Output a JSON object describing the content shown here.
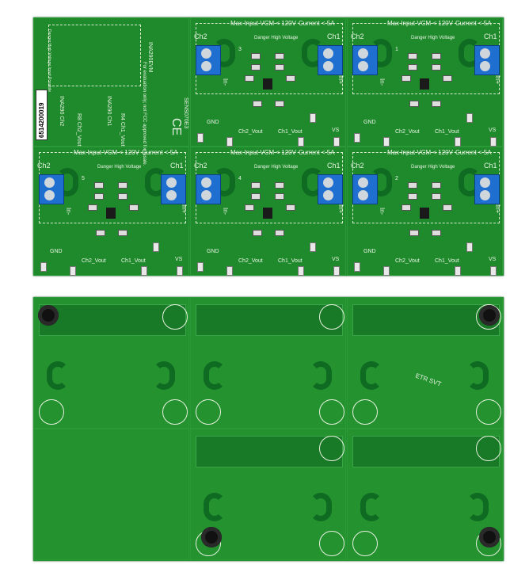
{
  "board_colors": {
    "pcb": "#1f8a2c",
    "terminal": "#1f6fd0",
    "feet": "#111111"
  },
  "top_board": {
    "schematic_cell": {
      "title": "INA290EVM",
      "notice": "For evaluation only; not FCC approved for resale.",
      "warning": "Danger High Voltage Input Possible",
      "amp_ch1": "INA290 Ch1",
      "amp_ch2": "INA290 Ch2",
      "out_ch1": "R4 Ch1_Vout",
      "out_ch2": "R8 Ch2_Vout",
      "part": "SENS070E3",
      "serial": "6514200019",
      "ce": "CE"
    },
    "modules": [
      {
        "n": "3"
      },
      {
        "n": "1"
      },
      {
        "n": "5"
      },
      {
        "n": "4"
      },
      {
        "n": "2"
      }
    ],
    "module_text": {
      "vcm": "Max Input VCM < 120V",
      "current": "Current < 5A",
      "danger": "Danger High Voltage",
      "ch1": "Ch1",
      "ch2": "Ch2",
      "inp": "In+",
      "inm": "In-",
      "gnd": "GND",
      "ch1_vout": "Ch1_Vout",
      "ch2_vout": "Ch2_Vout",
      "vs": "VS"
    }
  },
  "bottom_board": {
    "mark": "ETR SVT"
  }
}
